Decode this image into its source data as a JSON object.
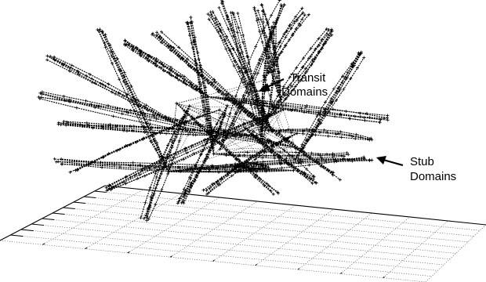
{
  "annotations": {
    "transit": {
      "line1": "Transit",
      "line2": "Domains"
    },
    "stub": {
      "line1": "Stub",
      "line2": "Domains"
    }
  },
  "colors": {
    "ink": "#000000",
    "grid": "#555555",
    "background": "#ffffff"
  },
  "graph": {
    "arm_count": 30,
    "node_marker": "plus",
    "link_style": "dotted"
  }
}
